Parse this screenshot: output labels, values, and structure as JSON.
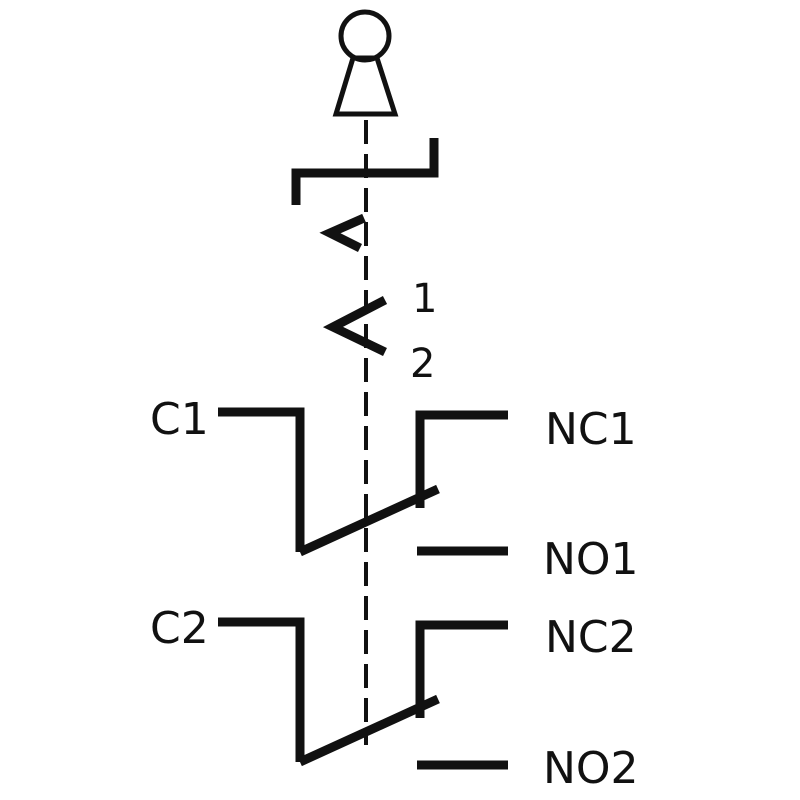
{
  "diagram": {
    "position_labels": {
      "pos1": "1",
      "pos2": "2"
    },
    "contacts": [
      {
        "common": "C1",
        "normally_closed": "NC1",
        "normally_open": "NO1"
      },
      {
        "common": "C2",
        "normally_closed": "NC2",
        "normally_open": "NO2"
      }
    ],
    "colors": {
      "line": "#111111",
      "background": "#ffffff"
    }
  }
}
